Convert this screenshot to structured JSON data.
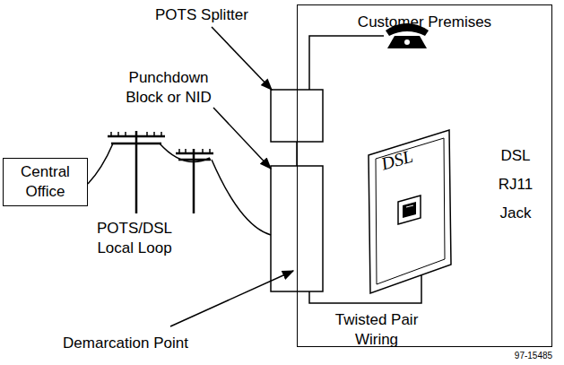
{
  "diagram": {
    "nodes": [
      {
        "text": [
          "Central Office"
        ]
      },
      {
        "text": [
          "Customer Premises"
        ]
      },
      {
        "text": [
          "DSL"
        ],
        "in": 1
      }
    ],
    "labels": [
      "POTS Splitter",
      "Punchdown Block or NID",
      "POTS/DSL Local Loop",
      "Demarcation Point",
      "Twisted Pair Wiring",
      "DSL RJ11 Jack",
      "97-15485"
    ]
  }
}
